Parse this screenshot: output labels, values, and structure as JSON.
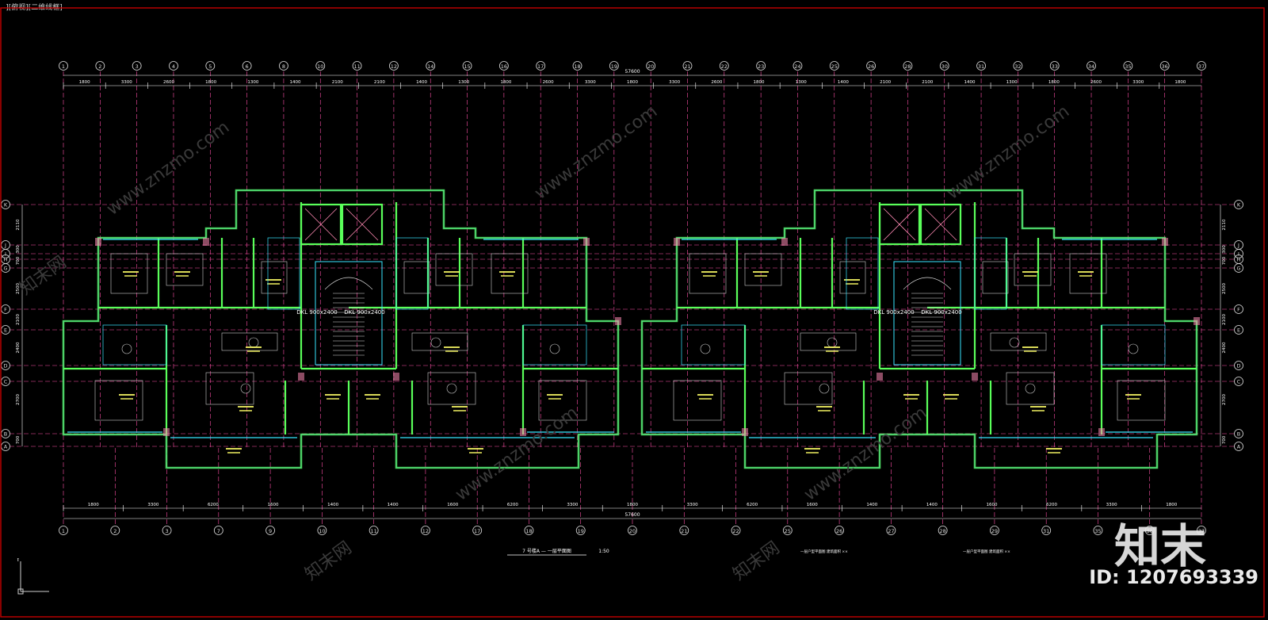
{
  "viewport_label": "-][俯视][二维线框]",
  "grid_top": [
    "1",
    "2",
    "3",
    "4",
    "5",
    "6",
    "8",
    "10",
    "11",
    "12",
    "14",
    "15",
    "16",
    "17",
    "18",
    "19",
    "20",
    "21",
    "22",
    "23",
    "24",
    "25",
    "26",
    "28",
    "30",
    "31",
    "32",
    "33",
    "34",
    "35",
    "36",
    "37"
  ],
  "grid_bottom": [
    "1",
    "2",
    "3",
    "7",
    "9",
    "10",
    "11",
    "12",
    "17",
    "18",
    "19",
    "20",
    "21",
    "22",
    "25",
    "26",
    "27",
    "28",
    "29",
    "31",
    "35",
    "36",
    "37"
  ],
  "grid_rows_left": [
    "K",
    "J",
    "I",
    "H",
    "G",
    "F",
    "E",
    "D",
    "C",
    "B",
    "A"
  ],
  "dims_top": [
    "1800",
    "3300",
    "2600",
    "1800",
    "1300",
    "1400",
    "2100",
    "2100",
    "1400",
    "1300",
    "1800",
    "2600",
    "3300",
    "1800",
    "3300",
    "2600",
    "1800",
    "1300",
    "1400",
    "2100",
    "2100",
    "1400",
    "1300",
    "1800",
    "2600",
    "3300",
    "1800"
  ],
  "dims_bottom": [
    "1800",
    "3300",
    "6200",
    "1600",
    "1400",
    "1400",
    "1600",
    "6200",
    "3300",
    "1800",
    "3300",
    "6200",
    "1600",
    "1400",
    "1400",
    "1600",
    "6200",
    "3300",
    "1800"
  ],
  "overall_dim": "57600",
  "dims_left": [
    "2110",
    "300",
    "700",
    "2500",
    "2100",
    "2400",
    "2700",
    "700"
  ],
  "door_labels": [
    "DKL 900x2400",
    "DKL 900x2400",
    "DKL 900x2400",
    "DKL 900x2400"
  ],
  "plan_title": "7 号楼A — 一层平面图",
  "plan_scale": "1:50",
  "plan_note": "一层户型平面图 建筑面积 ××",
  "ucs_axis": "Y",
  "watermark_logo": "知末",
  "watermark_id": "ID: 1207693339",
  "watermark_text": "www.znzmo.com",
  "watermark_cn": "知末网",
  "colors": {
    "background": "#000000",
    "axis_line": "#ff4fa8",
    "dim_line": "#ffffff",
    "wall": "#5aff5a",
    "outer_wall": "#3f7bff",
    "cyan_detail": "#37e6ff",
    "fill_hatch": "#ff8ab4",
    "furniture": "#cccccc",
    "label": "#ffff66"
  }
}
